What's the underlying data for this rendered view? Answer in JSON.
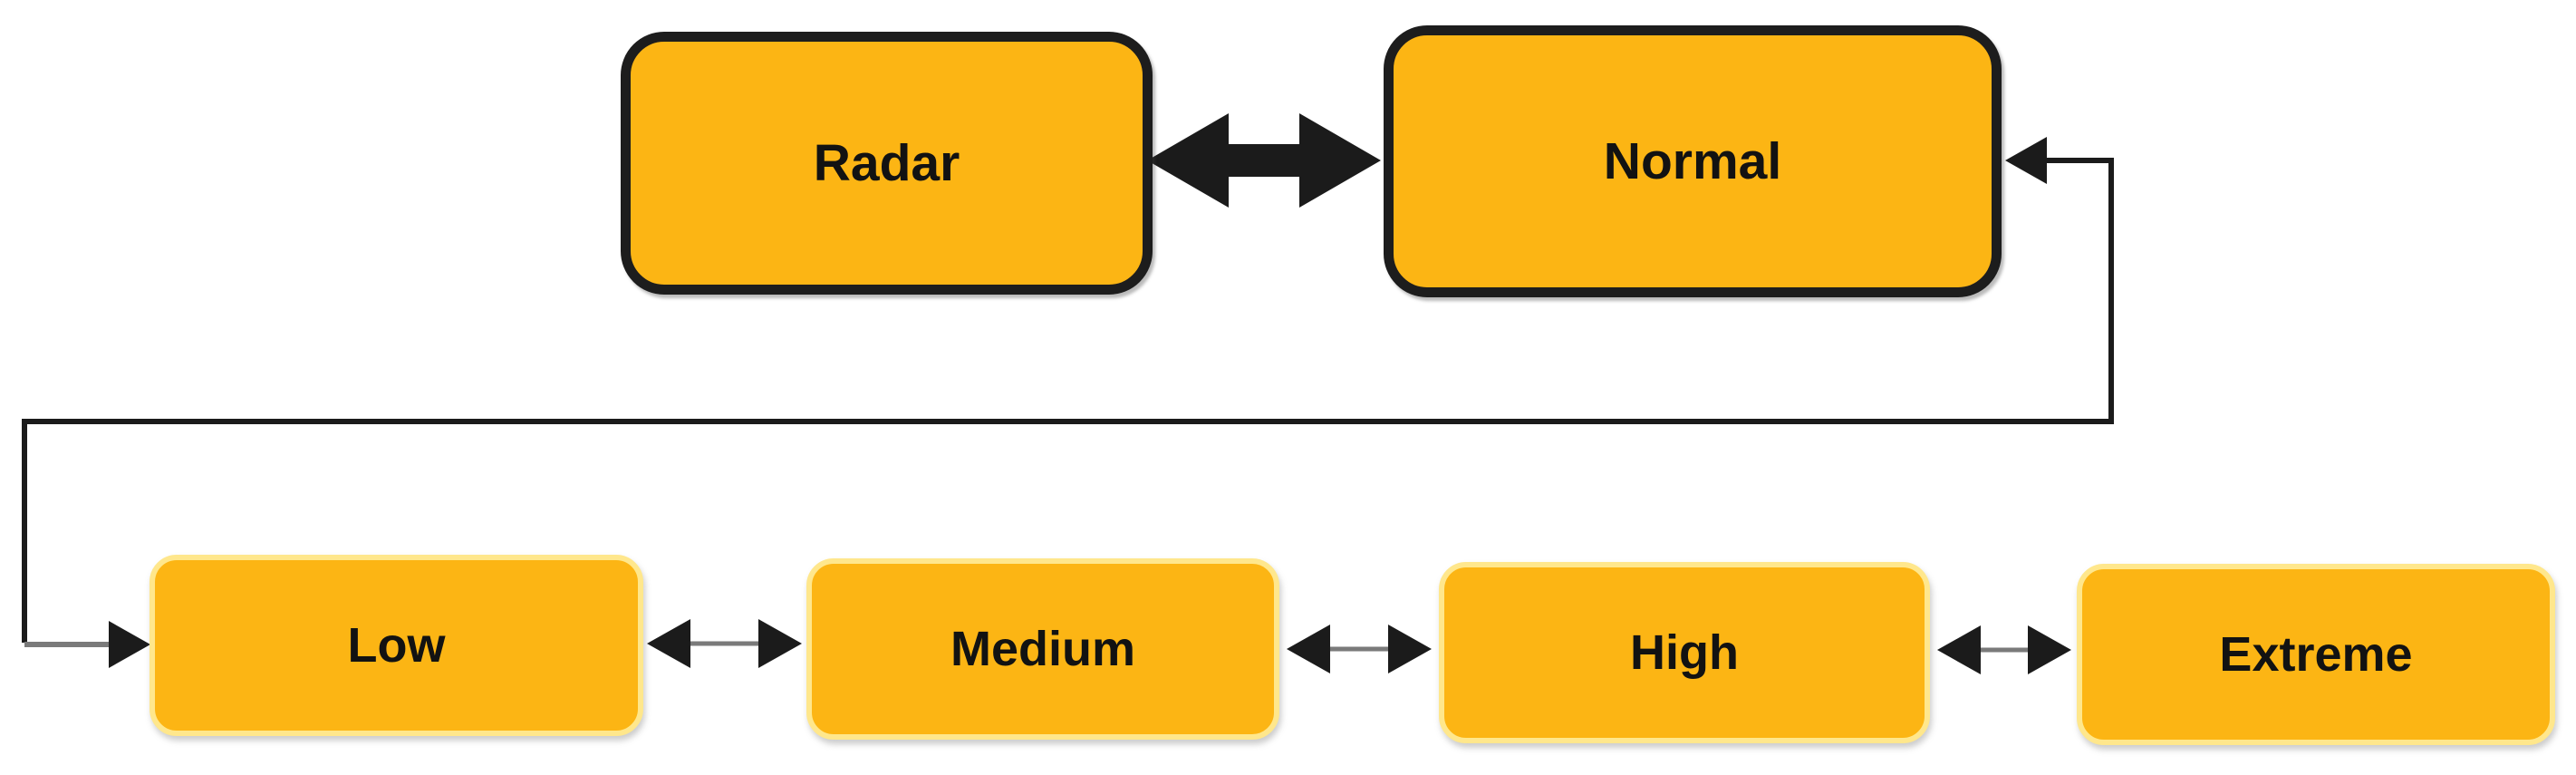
{
  "colors": {
    "node_fill": "#FCB514",
    "node_border": "#1D1D1D",
    "node_border_light": "#FFE78C",
    "line": "#1B1B1B",
    "shaft": "#7A7A7A",
    "background": "#FFFFFF",
    "label": "#121212"
  },
  "nodes": [
    {
      "id": "radar",
      "label": "Radar",
      "row": "top"
    },
    {
      "id": "normal",
      "label": "Normal",
      "row": "top"
    },
    {
      "id": "low",
      "label": "Low",
      "row": "bottom"
    },
    {
      "id": "medium",
      "label": "Medium",
      "row": "bottom"
    },
    {
      "id": "high",
      "label": "High",
      "row": "bottom"
    },
    {
      "id": "extreme",
      "label": "Extreme",
      "row": "bottom"
    }
  ],
  "edges": [
    {
      "from": "Radar",
      "to": "Normal",
      "style": "thick-double-arrow",
      "bidirectional": true
    },
    {
      "from": "Normal",
      "to": "Low",
      "style": "elbow-double-arrow",
      "bidirectional": true
    },
    {
      "from": "Low",
      "to": "Medium",
      "style": "thin-double-arrow",
      "bidirectional": true
    },
    {
      "from": "Medium",
      "to": "High",
      "style": "thin-double-arrow",
      "bidirectional": true
    },
    {
      "from": "High",
      "to": "Extreme",
      "style": "thin-double-arrow",
      "bidirectional": true
    }
  ]
}
